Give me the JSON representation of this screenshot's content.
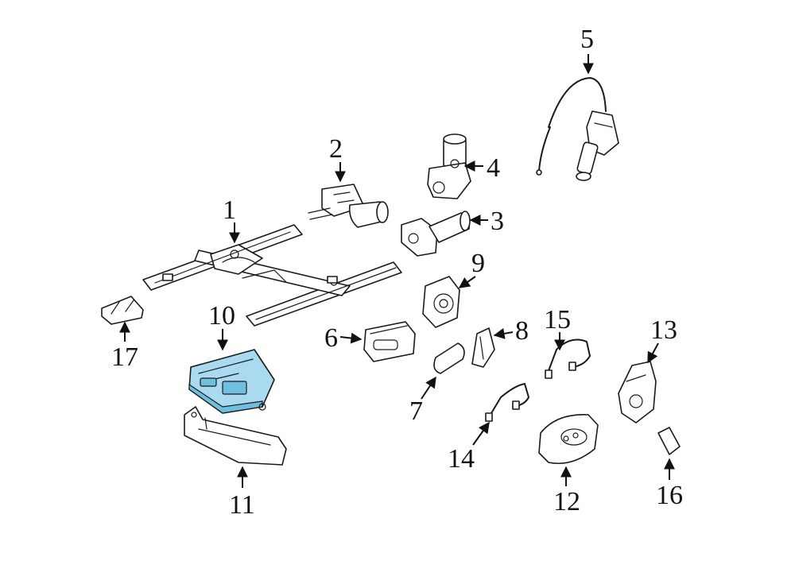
{
  "diagram": {
    "highlight_color": "#a9daf0",
    "highlighted_callout": "10",
    "callouts": [
      "1",
      "2",
      "3",
      "4",
      "5",
      "6",
      "7",
      "8",
      "9",
      "10",
      "11",
      "12",
      "13",
      "14",
      "15",
      "16",
      "17"
    ]
  }
}
